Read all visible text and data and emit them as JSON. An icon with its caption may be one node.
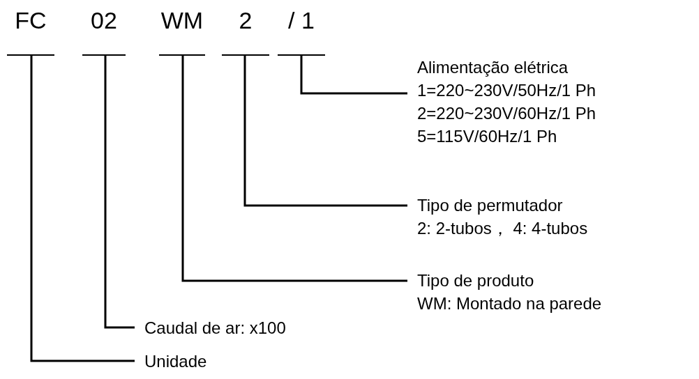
{
  "diagram": {
    "nodes": [
      {
        "text": [
          "FC"
        ]
      },
      {
        "text": [
          "02"
        ]
      },
      {
        "text": [
          "WM"
        ]
      },
      {
        "text": [
          "2"
        ]
      },
      {
        "text": [
          "/ 1"
        ]
      },
      {
        "text": [
          "Alimentação elétrica",
          "1=220~230V/50Hz/1 Ph",
          "2=220~230V/60Hz/1 Ph",
          "5=115V/60Hz/1 Ph"
        ]
      },
      {
        "text": [
          "Tipo de permutador",
          "2:  2-tubos，  4: 4-tubos"
        ]
      },
      {
        "text": [
          "Tipo de produto",
          "WM: Montado na parede"
        ]
      },
      {
        "text": [
          "Caudal de ar: x100"
        ]
      },
      {
        "text": [
          "Unidade"
        ]
      }
    ],
    "edges": [
      {
        "from": 4,
        "to": 5,
        "arrow": "none"
      },
      {
        "from": 3,
        "to": 6,
        "arrow": "none"
      },
      {
        "from": 2,
        "to": 7,
        "arrow": "none"
      },
      {
        "from": 1,
        "to": 8,
        "arrow": "none"
      },
      {
        "from": 0,
        "to": 9,
        "arrow": "none"
      }
    ]
  }
}
